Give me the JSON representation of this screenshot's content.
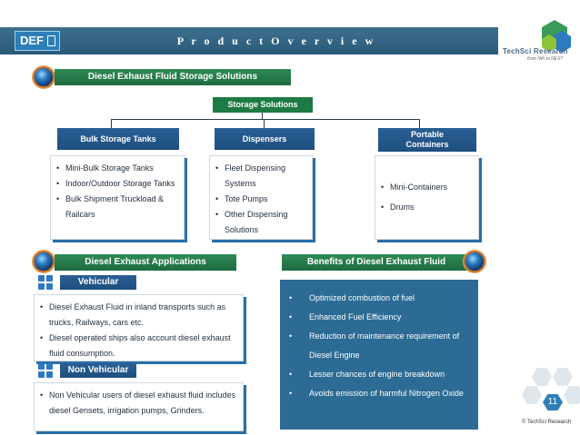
{
  "header": {
    "title": "P r o d u c t   O v e r v i e w",
    "logo_text": "DEF",
    "brand_name": "TechSci Research",
    "brand_tagline": "from Nth to NEXT"
  },
  "storage": {
    "section_title": "Diesel Exhaust Fluid Storage Solutions",
    "root_label": "Storage Solutions",
    "categories": [
      {
        "label": "Bulk Storage Tanks",
        "items": [
          "Mini-Bulk Storage Tanks",
          "Indoor/Outdoor Storage Tanks",
          "Bulk Shipment Truckload & Railcars"
        ]
      },
      {
        "label": "Dispensers",
        "items": [
          "Fleet Dispensing Systems",
          "Tote Pumps",
          "Other Dispensing Solutions"
        ]
      },
      {
        "label": "Portable Containers",
        "items": [
          "Mini-Containers",
          "Drums"
        ]
      }
    ]
  },
  "applications": {
    "section_title": "Diesel Exhaust Applications",
    "vehicular": {
      "label": "Vehicular",
      "items": [
        "Diesel Exhaust Fluid in inland transports such as trucks, Railways, cars etc.",
        "Diesel operated ships also account diesel exhaust fluid  consumption."
      ]
    },
    "non_vehicular": {
      "label": "Non Vehicular",
      "items": [
        "Non Vehicular users of diesel exhaust fluid includes diesel Gensets, irrigation pumps, Grinders."
      ]
    }
  },
  "benefits": {
    "section_title": "Benefits of Diesel Exhaust Fluid",
    "items": [
      "Optimized combustion of fuel",
      "Enhanced Fuel Efficiency",
      "Reduction of maintenance requirement of Diesel Engine",
      "Lesser chances of engine breakdown",
      "Avoids  emission of harmful Nitrogen Oxide"
    ]
  },
  "footer": {
    "page_number": "11",
    "copyright": "© TechSci Research"
  },
  "colors": {
    "header_bar": "#2b5a79",
    "section_green": "#1e6b40",
    "category_blue": "#1e4f80",
    "benefits_panel": "#2c6b94",
    "orb_ring": "#c9702a"
  }
}
